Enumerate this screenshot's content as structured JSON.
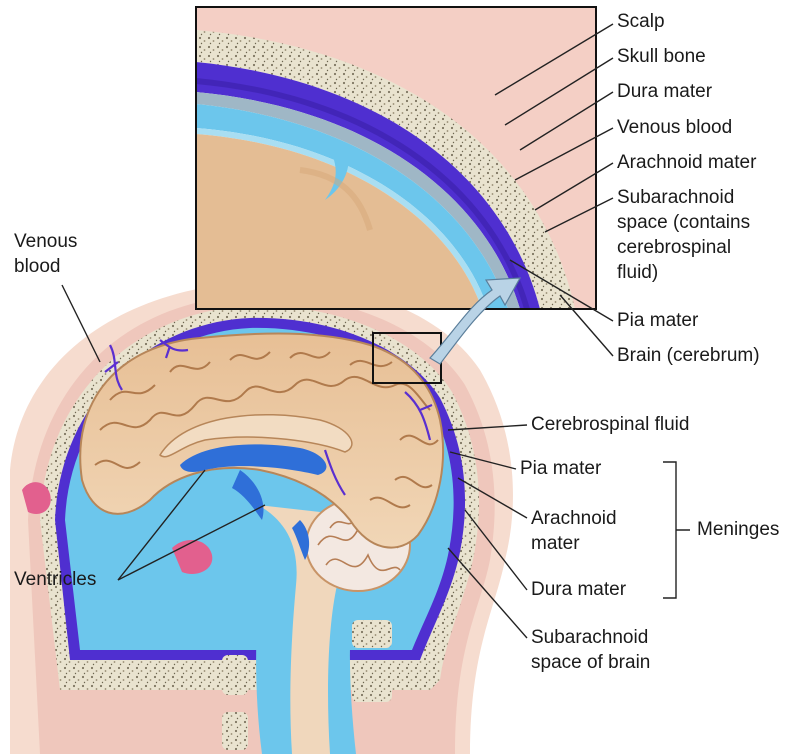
{
  "labels": {
    "scalp": "Scalp",
    "skull_bone": "Skull bone",
    "dura_mater_top": "Dura mater",
    "venous_blood_top": "Venous blood",
    "arachnoid_mater_top": "Arachnoid mater",
    "subarachnoid_line1": "Subarachnoid",
    "subarachnoid_line2": "space (contains",
    "subarachnoid_line3": "cerebrospinal",
    "subarachnoid_line4": "fluid)",
    "pia_mater_top": "Pia mater",
    "brain_cerebrum": "Brain (cerebrum)",
    "venous_blood_left_line1": "Venous",
    "venous_blood_left_line2": "blood",
    "cerebrospinal_fluid": "Cerebrospinal fluid",
    "pia_mater": "Pia mater",
    "arachnoid_line1": "Arachnoid",
    "arachnoid_line2": "mater",
    "meninges": "Meninges",
    "dura_mater": "Dura mater",
    "ventricles": "Ventricles",
    "subarachnoid_brain_line1": "Subarachnoid",
    "subarachnoid_brain_line2": "space of brain"
  },
  "colors": {
    "skin": "#f6dccf",
    "scalp": "#f0c9bf",
    "bone": "#e9e3cf",
    "bone_dots": "#7d7560",
    "dura": "#4f2fd0",
    "dura_dark": "#3a1fa8",
    "arachnoid": "#8fd3ec",
    "csf": "#5fc2ea",
    "csf_light": "#a9def2",
    "brain": "#e2b88e",
    "brain_dark": "#c89467",
    "cerebellum": "#f3e8e1",
    "leader": "#222222",
    "arrow": "#b9d3e6",
    "pink": "#e2608e"
  }
}
